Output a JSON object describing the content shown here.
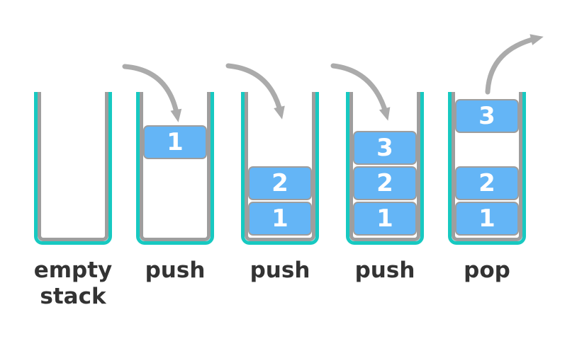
{
  "colors": {
    "background": "#ffffff",
    "teal": "#17C9C1",
    "wall-gray": "#9E9E9E",
    "block-blue": "#64B5F6",
    "block-border": "#9E9E9E",
    "arrow-gray": "#ABABAB",
    "label-color": "#333333",
    "number-color": "#FFFFFF"
  },
  "stages": [
    {
      "name": "empty-stack",
      "label_lines": [
        "empty",
        "stack"
      ],
      "arrow": null,
      "blocks": []
    },
    {
      "name": "push-first",
      "label_lines": [
        "push"
      ],
      "arrow": "push-arrow",
      "blocks": [
        {
          "value": "1",
          "slot": "float"
        }
      ]
    },
    {
      "name": "push-second",
      "label_lines": [
        "push"
      ],
      "arrow": "push-arrow",
      "blocks": [
        {
          "value": "2",
          "slot": "s1"
        },
        {
          "value": "1",
          "slot": "s0"
        }
      ]
    },
    {
      "name": "push-third",
      "label_lines": [
        "push"
      ],
      "arrow": "push-arrow",
      "blocks": [
        {
          "value": "3",
          "slot": "s2"
        },
        {
          "value": "2",
          "slot": "s1"
        },
        {
          "value": "1",
          "slot": "s0"
        }
      ]
    },
    {
      "name": "pop-top",
      "label_lines": [
        "pop"
      ],
      "arrow": "pop-arrow",
      "blocks": [
        {
          "value": "3",
          "slot": "popped"
        },
        {
          "value": "2",
          "slot": "s1"
        },
        {
          "value": "1",
          "slot": "s0"
        }
      ]
    }
  ]
}
